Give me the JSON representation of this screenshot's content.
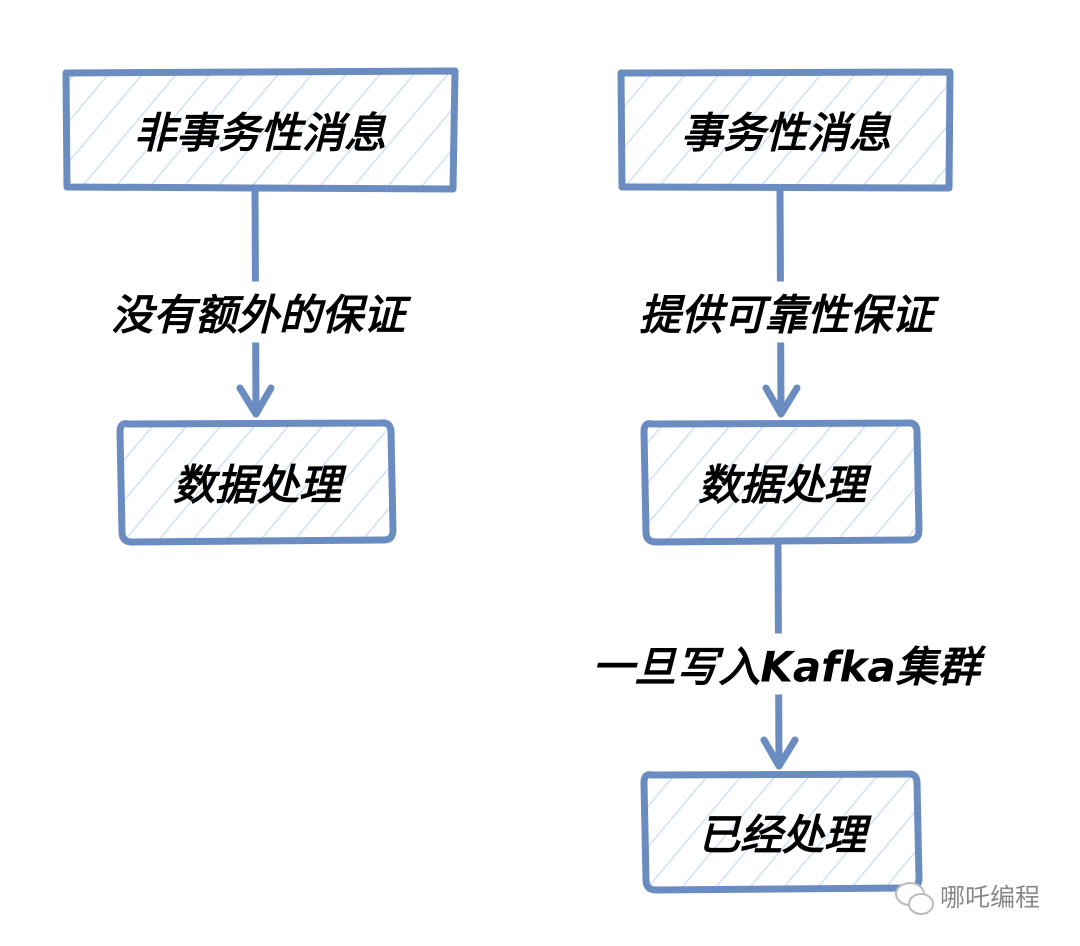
{
  "nodes": {
    "non_tx": "非事务性消息",
    "tx": "事务性消息",
    "process_left": "数据处理",
    "process_right": "数据处理",
    "processed": "已经处理"
  },
  "edges": {
    "left": "没有额外的保证",
    "right": "提供可靠性保证",
    "kafka": "一旦写入Kafka集群"
  },
  "watermark": "哪吒编程",
  "colors": {
    "stroke": "#6b8cc0",
    "hatch": "#cfe0f6"
  }
}
